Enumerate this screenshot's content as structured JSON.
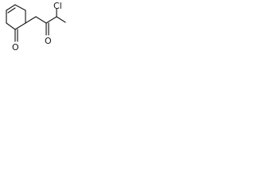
{
  "structure": {
    "atoms": {
      "chlorine": "Cl",
      "ketone_oxygen_side_chain": "O",
      "ketone_oxygen_ring": "O"
    }
  },
  "colors": {
    "bond": "#1a1a1a",
    "text": "#111111",
    "background": "#ffffff"
  }
}
